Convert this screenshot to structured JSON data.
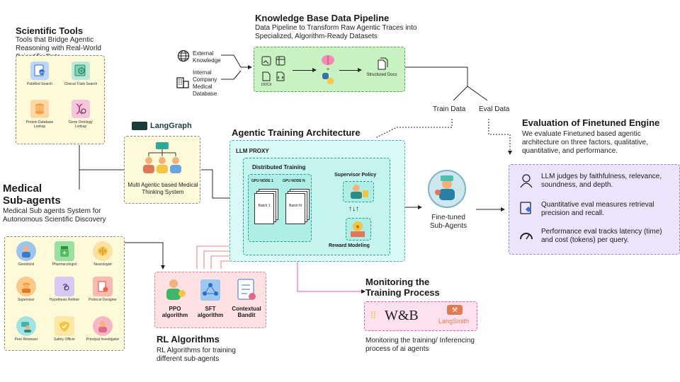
{
  "scientific_tools": {
    "title": "Scientific Tools",
    "subtitle": "Tools that Bridge Agentic Reasoning with Real-World Scientific Data",
    "items": [
      {
        "label": "PubMed Search",
        "icon": "pubmed-icon"
      },
      {
        "label": "Clinical Trials Search",
        "icon": "clinical-trials-icon"
      },
      {
        "label": "Protein Database Lookup",
        "icon": "protein-database-icon"
      },
      {
        "label": "Gene Ontology Lookup",
        "icon": "gene-ontology-icon"
      }
    ]
  },
  "langgraph": {
    "logo_text": "LangGraph",
    "caption": "Multi Agentic based Medical Thinking System"
  },
  "medical": {
    "title": "Medical Sub-agents",
    "subtitle": "Medical Sub agents System for Autonomous Scientific Discovery",
    "agents": [
      {
        "label": "Geneticist"
      },
      {
        "label": "Pharmacologist"
      },
      {
        "label": "Neurologist"
      },
      {
        "label": "Supervisor"
      },
      {
        "label": "Hypothesis Refiner"
      },
      {
        "label": "Protocol Designer"
      },
      {
        "label": "Peer Reviewer"
      },
      {
        "label": "Safety Officer"
      },
      {
        "label": "Principal Investigator"
      }
    ]
  },
  "kb": {
    "title": "Knowledge Base Data Pipeline",
    "subtitle": "Data Pipeline to Transform Raw Agentic Traces into Specialized, Algorithm-Ready Datasets",
    "external": "External Knowledge",
    "internal": "Internal Company Medical Database",
    "doc_label": "DOCX",
    "structured": "Structured Docs",
    "train": "Train Data",
    "eval": "Eval Data"
  },
  "arch": {
    "title": "Agentic Training Architecture",
    "proxy": "LLM PROXY",
    "distributed": "Distributed Training",
    "gpu1": "GPU NODE 1",
    "gpun": "GPU NODE N",
    "batch1": "Batch 1",
    "batchn": "Batch N",
    "supervisor": "Supervisor Policy",
    "reward": "Reward Modeling"
  },
  "finetuned": {
    "label": "Fine-tuned Sub-Agents"
  },
  "evaluation": {
    "title": "Evaluation of Finetuned  Engine",
    "subtitle": "We evaluate Finetuned based agentic architecture on three factors, qualitative, quantitative, and performance.",
    "items": [
      {
        "text": "LLM judges by faithfulness, relevance, soundness, and depth.",
        "icon": "judge-icon"
      },
      {
        "text": "Quantitative eval measures retrieval precision and recall.",
        "icon": "precision-icon"
      },
      {
        "text": "Performance eval tracks latency (time) and cost (tokens) per query.",
        "icon": "gauge-icon"
      }
    ]
  },
  "rl": {
    "title": "RL Algorithms",
    "subtitle": "RL Algorithms for training different sub-agents",
    "items": [
      {
        "label": "PPO algorithm"
      },
      {
        "label": "SFT algorithm"
      },
      {
        "label": "Contextual Bandit"
      }
    ]
  },
  "monitoring": {
    "title": "Monitoring the Training Process",
    "wandb": "W&B",
    "langsmith": "LangSmith",
    "subtitle": "Monitoring the training/ Inferencing process of ai agents"
  },
  "colors": {
    "yellow_bg": "#fdf9d9",
    "green_bg": "#c9f2c2",
    "cyan_bg": "#d9faf6",
    "pink_bg": "#fde1e3",
    "lavender_bg": "#ebe4fb",
    "pink_line": "#e879c0"
  }
}
